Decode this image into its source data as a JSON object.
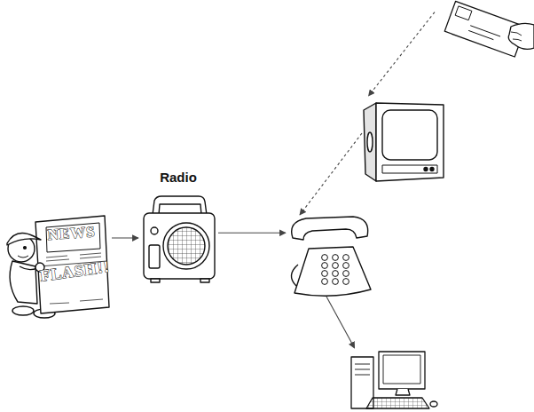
{
  "diagram": {
    "nodes": [
      {
        "text": []
      },
      {
        "text": []
      },
      {
        "text": [
          "NEWS",
          "FLASH!!"
        ]
      },
      {
        "text": [
          "Radio"
        ]
      },
      {
        "text": []
      },
      {
        "text": []
      }
    ],
    "edges": [
      {
        "from": 2,
        "to": 3,
        "arrow": "to"
      },
      {
        "from": 3,
        "to": 4,
        "arrow": "to"
      },
      {
        "from": 0,
        "to": 1,
        "arrow": "to"
      },
      {
        "from": 1,
        "to": 4,
        "arrow": "to"
      },
      {
        "from": 4,
        "to": 5,
        "arrow": "to"
      }
    ]
  }
}
